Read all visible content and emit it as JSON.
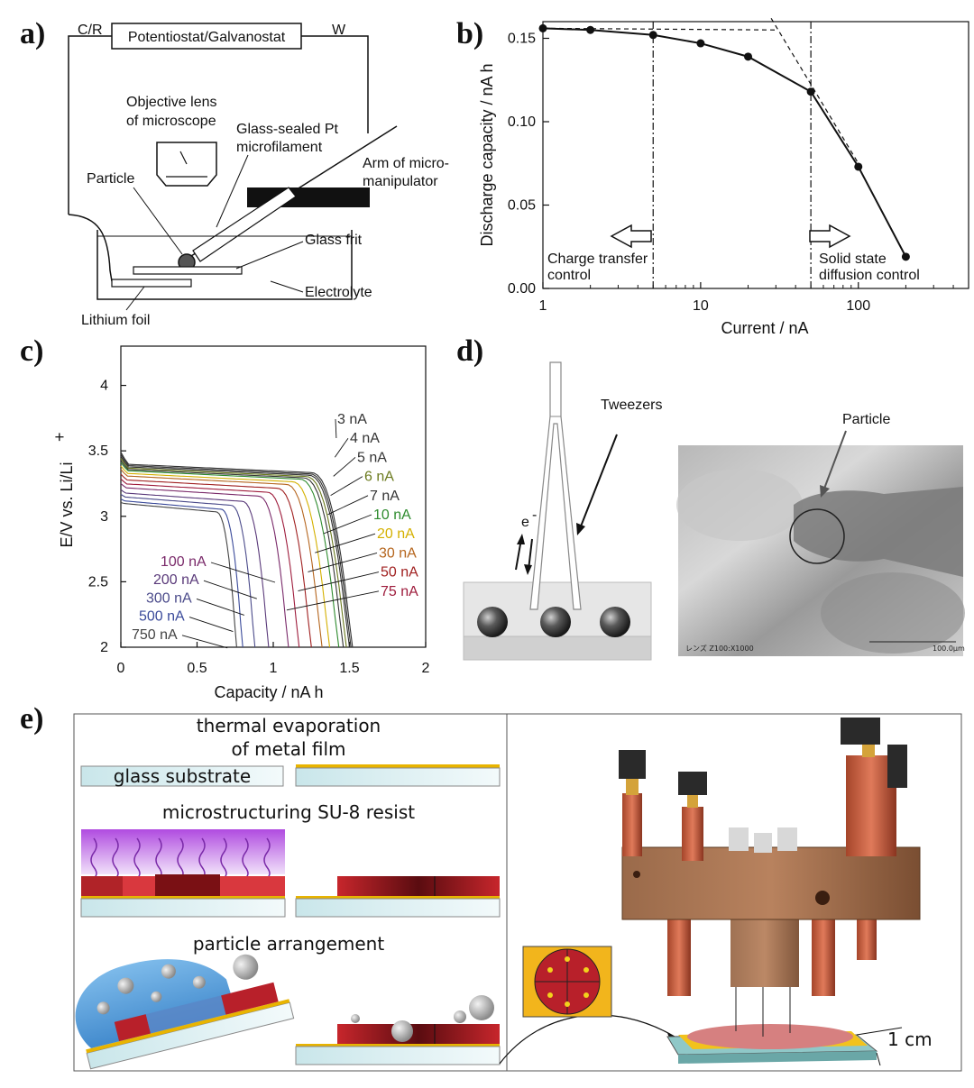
{
  "panels": {
    "a": {
      "label": "a)",
      "potentiostat": "Potentiostat/Galvanostat",
      "cr": "C/R",
      "w": "W",
      "objective_1": "Objective lens",
      "objective_2": "of microscope",
      "glass_sealed_1": "Glass-sealed Pt",
      "glass_sealed_2": "microfilament",
      "particle": "Particle",
      "arm_1": "Arm of micro-",
      "arm_2": "manipulator",
      "glass_frit": "Glass frit",
      "electrolyte": "Electrolyte",
      "lithium": "Lithium foil"
    },
    "b": {
      "label": "b)",
      "ct_1": "Charge transfer",
      "ct_2": "control",
      "sd_1": "Solid state",
      "sd_2": "diffusion control"
    },
    "c": {
      "label": "c)"
    },
    "d": {
      "label": "d)",
      "tweezers": "Tweezers",
      "particle": "Particle",
      "electron": "e",
      "electron_sup": "-",
      "scale_text": "100.0μm",
      "micro_text": "レンズ Z100:X1000"
    },
    "e": {
      "label": "e)",
      "step1_1": "thermal evaporation",
      "step1_2": "of metal film",
      "glass": "glass substrate",
      "step2": "microstructuring SU-8 resist",
      "step3": "particle arrangement",
      "scale": "1 cm"
    }
  },
  "chart_data": [
    {
      "panel": "b",
      "type": "line",
      "xscale": "log",
      "xlabel": "Current / nA",
      "ylabel": "Discharge capacity / nA h",
      "xlim": [
        1,
        500
      ],
      "ylim": [
        0,
        0.16
      ],
      "xticks": [
        "1",
        "10",
        "100"
      ],
      "yticks": [
        "0.00",
        "0.05",
        "0.10",
        "0.15"
      ],
      "x": [
        1,
        2,
        5,
        10,
        20,
        50,
        100,
        200
      ],
      "y": [
        0.156,
        0.155,
        0.152,
        0.147,
        0.139,
        0.118,
        0.073,
        0.019
      ],
      "vlines": [
        5,
        50
      ]
    },
    {
      "panel": "c",
      "type": "line",
      "xlabel": "Capacity / nA h",
      "ylabel": "E/V vs. Li/Li",
      "ylabel_sup": "+",
      "xlim": [
        0,
        2
      ],
      "ylim": [
        2,
        4.3
      ],
      "xticks": [
        "0",
        "0.5",
        "1",
        "1.5",
        "2"
      ],
      "yticks": [
        "2",
        "2.5",
        "3",
        "3.5",
        "4"
      ],
      "series": [
        {
          "name": "3 nA",
          "end_capacity": 1.52,
          "plateau": 3.4,
          "color": "#333333"
        },
        {
          "name": "4 nA",
          "end_capacity": 1.51,
          "plateau": 3.39,
          "color": "#333333"
        },
        {
          "name": "5 nA",
          "end_capacity": 1.5,
          "plateau": 3.38,
          "color": "#333333"
        },
        {
          "name": "6 nA",
          "end_capacity": 1.48,
          "plateau": 3.37,
          "color": "#6b7a1e"
        },
        {
          "name": "7 nA",
          "end_capacity": 1.46,
          "plateau": 3.36,
          "color": "#333333"
        },
        {
          "name": "10 nA",
          "end_capacity": 1.43,
          "plateau": 3.35,
          "color": "#2e8b2e"
        },
        {
          "name": "20 nA",
          "end_capacity": 1.37,
          "plateau": 3.33,
          "color": "#d4b000"
        },
        {
          "name": "30 nA",
          "end_capacity": 1.32,
          "plateau": 3.31,
          "color": "#b5651d"
        },
        {
          "name": "50 nA",
          "end_capacity": 1.25,
          "plateau": 3.28,
          "color": "#a02020"
        },
        {
          "name": "75 nA",
          "end_capacity": 1.17,
          "plateau": 3.25,
          "color": "#9e1c3c"
        },
        {
          "name": "100 nA",
          "end_capacity": 1.1,
          "plateau": 3.22,
          "color": "#7a2a6a"
        },
        {
          "name": "200 nA",
          "end_capacity": 0.97,
          "plateau": 3.18,
          "color": "#5a3a7a"
        },
        {
          "name": "300 nA",
          "end_capacity": 0.88,
          "plateau": 3.15,
          "color": "#4a4a8a"
        },
        {
          "name": "500 nA",
          "end_capacity": 0.8,
          "plateau": 3.12,
          "color": "#3a4a9a"
        },
        {
          "name": "750 nA",
          "end_capacity": 0.76,
          "plateau": 3.1,
          "color": "#444444"
        }
      ]
    }
  ]
}
